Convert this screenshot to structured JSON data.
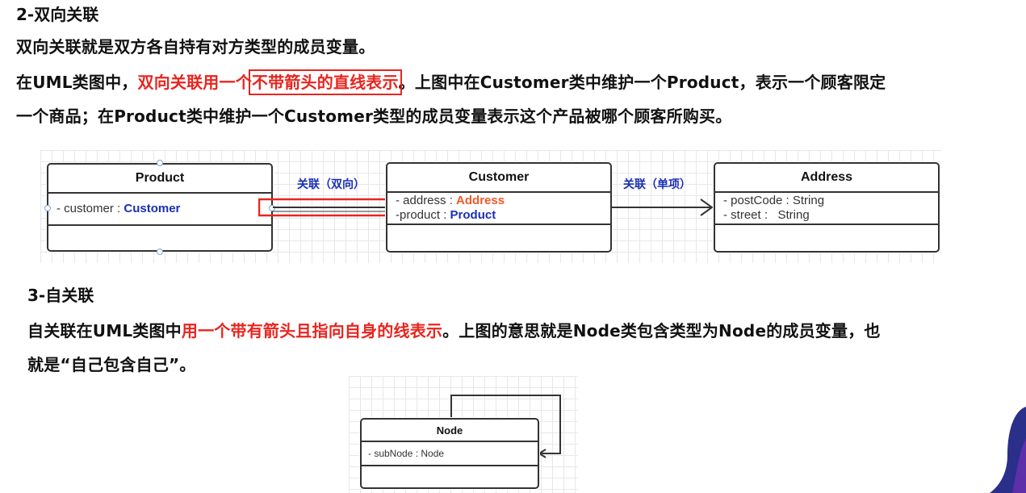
{
  "section2": {
    "heading": "2-双向关联",
    "line1": "双向关联就是双方各自持有对方类型的成员变量。",
    "line2_a": "在UML类图中，",
    "line2_red": "双向关联用一个",
    "line2_boxed": "不带箭头的直线表示",
    "line2_b": "。上图中在Customer类中维护一个Product，表示一个顾客限定",
    "line3": "一个商品；在Product类中维护一个Customer类型的成员变量表示这个产品被哪个顾客所购买。"
  },
  "diagram1": {
    "product": {
      "title": "Product",
      "attr_prefix": "- customer : ",
      "attr_type": "Customer"
    },
    "customer": {
      "title": "Customer",
      "attr1_prefix": "- address : ",
      "attr1_type": "Address",
      "attr2_prefix": "-product : ",
      "attr2_type": "Product"
    },
    "address": {
      "title": "Address",
      "attr1": "- postCode : String",
      "attr2": "- street :   String"
    },
    "label_bidirectional": "关联（双向）",
    "label_unidirectional": "关联（单项）"
  },
  "section3": {
    "heading": "3-自关联",
    "line1_a": "自关联在UML类图中",
    "line1_red": "用一个带有箭头且指向自身的线表示",
    "line1_b": "。上图的意思就是Node类包含类型为Node的成员变量，也",
    "line2": "就是“自己包含自己”。"
  },
  "diagram2": {
    "node": {
      "title": "Node",
      "attr": "- subNode : Node"
    }
  },
  "colors": {
    "red": "#e8251f",
    "blue": "#1b2fb5",
    "orange": "#f05a28",
    "decor": "#2a2f8a"
  }
}
